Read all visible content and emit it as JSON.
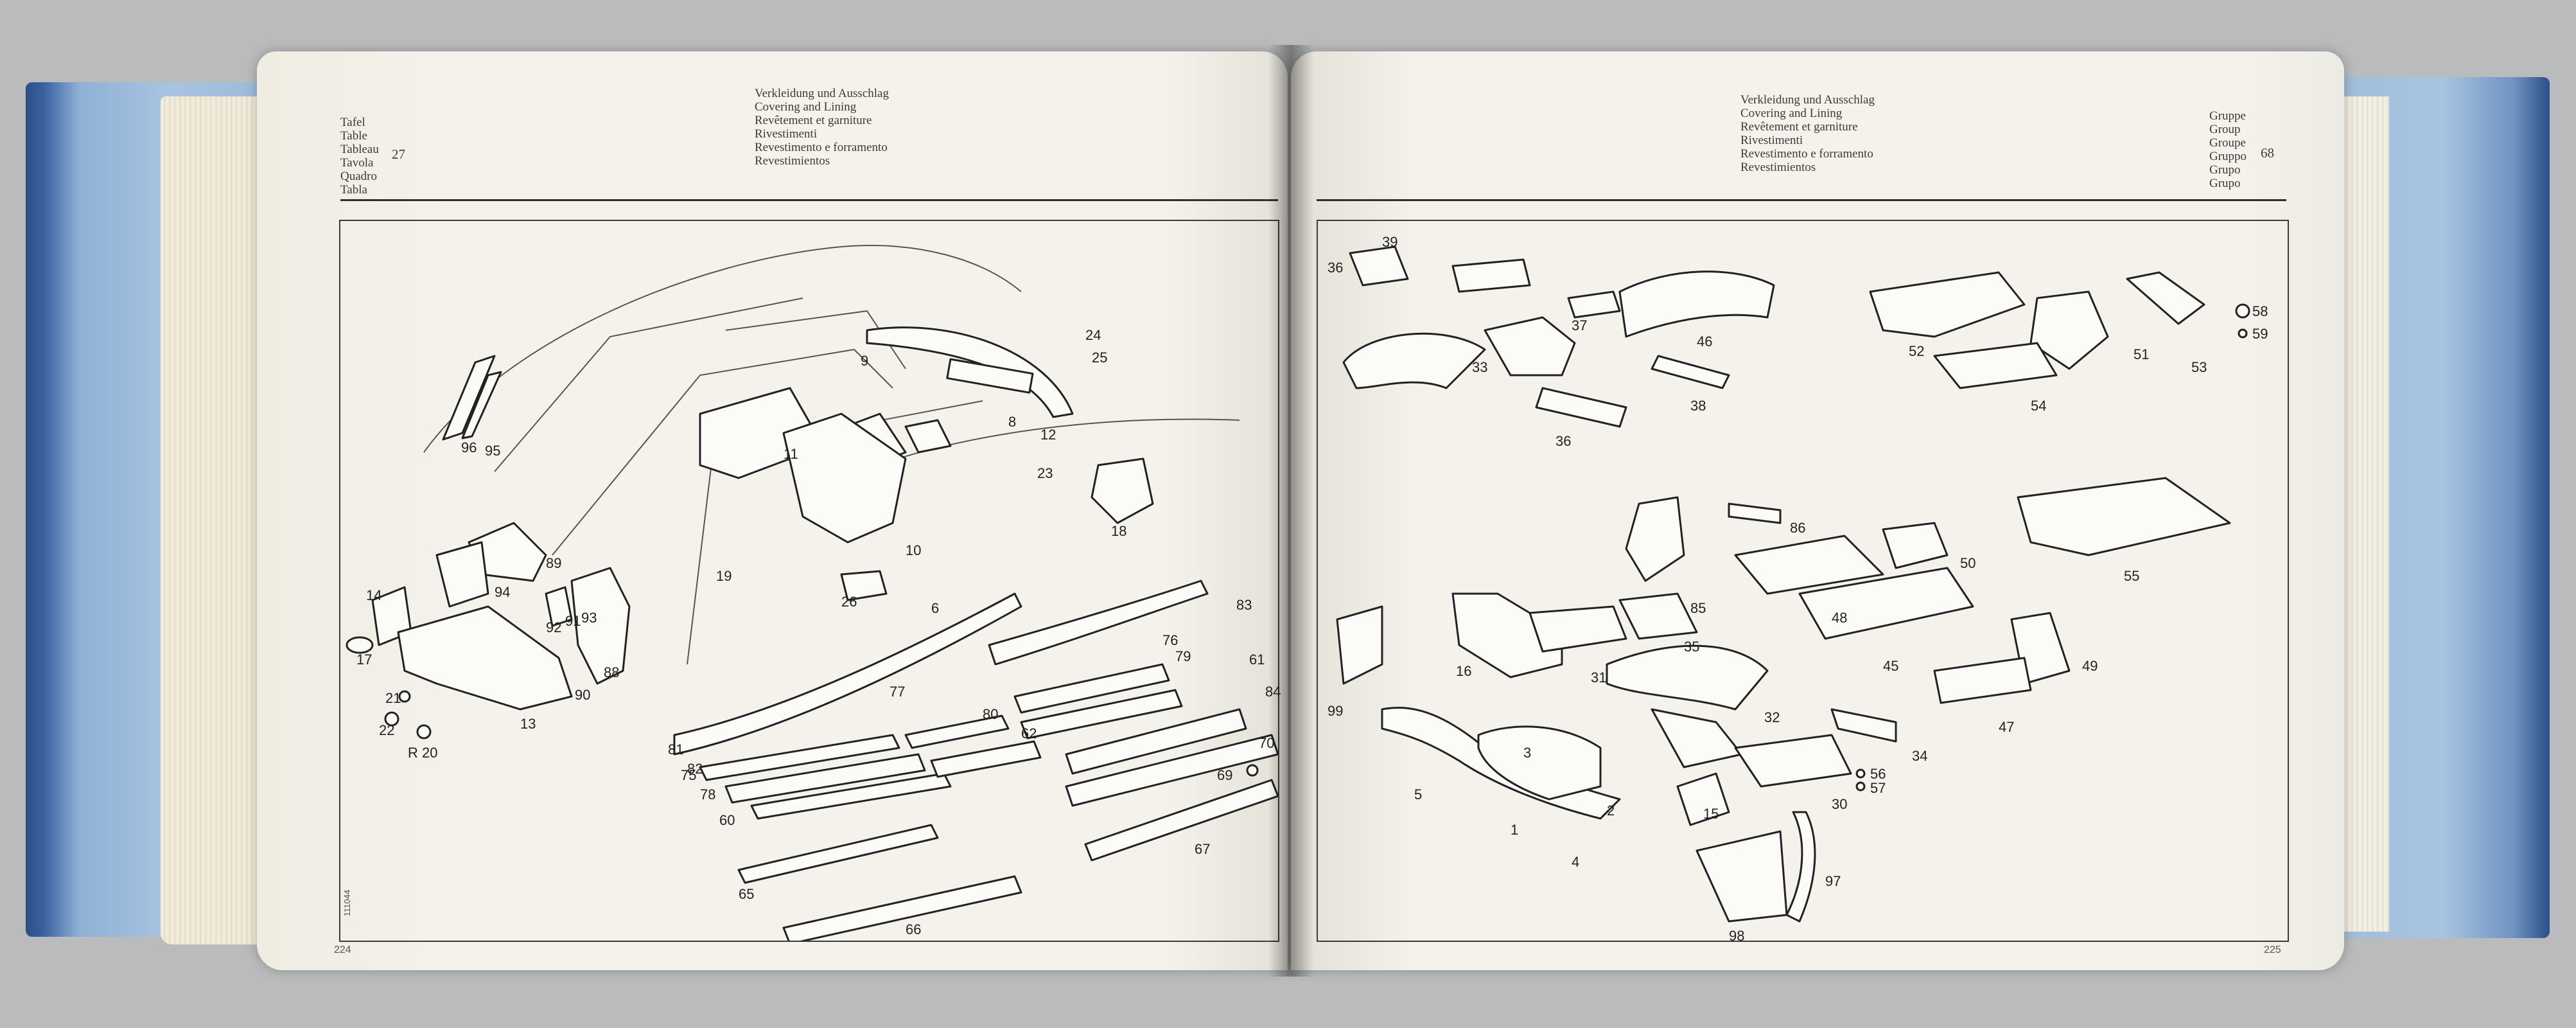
{
  "left_page": {
    "label_col": [
      "Tafel",
      "Table",
      "Tableau",
      "Tavola",
      "Quadro",
      "Tabla"
    ],
    "table_number": "27",
    "title_lines": [
      "Verkleidung und Ausschlag",
      "Covering and Lining",
      "Revêtement et garniture",
      "Rivestimenti",
      "Revestimento e forramento",
      "Revestimientos"
    ],
    "page_number": "224",
    "side_code": "111044",
    "callouts": [
      "96",
      "95",
      "9",
      "24",
      "25",
      "11",
      "8",
      "12",
      "23",
      "18",
      "10",
      "14",
      "94",
      "89",
      "92",
      "91",
      "93",
      "19",
      "26",
      "6",
      "83",
      "17",
      "21",
      "22",
      "R 20",
      "13",
      "88",
      "90",
      "81",
      "82",
      "77",
      "76",
      "79",
      "80",
      "62",
      "61",
      "84",
      "78",
      "75",
      "60",
      "70",
      "69",
      "65",
      "67",
      "66"
    ]
  },
  "right_page": {
    "title_lines": [
      "Verkleidung und Ausschlag",
      "Covering and Lining",
      "Revêtement et garniture",
      "Rivestimenti",
      "Revestimento e forramento",
      "Revestimientos"
    ],
    "group_col": [
      "Gruppe",
      "Group",
      "Groupe",
      "Gruppo",
      "Grupo",
      "Grupo"
    ],
    "group_number": "68",
    "page_number": "225",
    "callouts": [
      "39",
      "36",
      "37",
      "46",
      "33",
      "36",
      "38",
      "52",
      "51",
      "53",
      "58",
      "59",
      "54",
      "86",
      "55",
      "85",
      "50",
      "48",
      "35",
      "16",
      "31",
      "45",
      "49",
      "99",
      "32",
      "47",
      "3",
      "34",
      "56",
      "57",
      "5",
      "15",
      "30",
      "1",
      "2",
      "4",
      "97",
      "98"
    ]
  }
}
